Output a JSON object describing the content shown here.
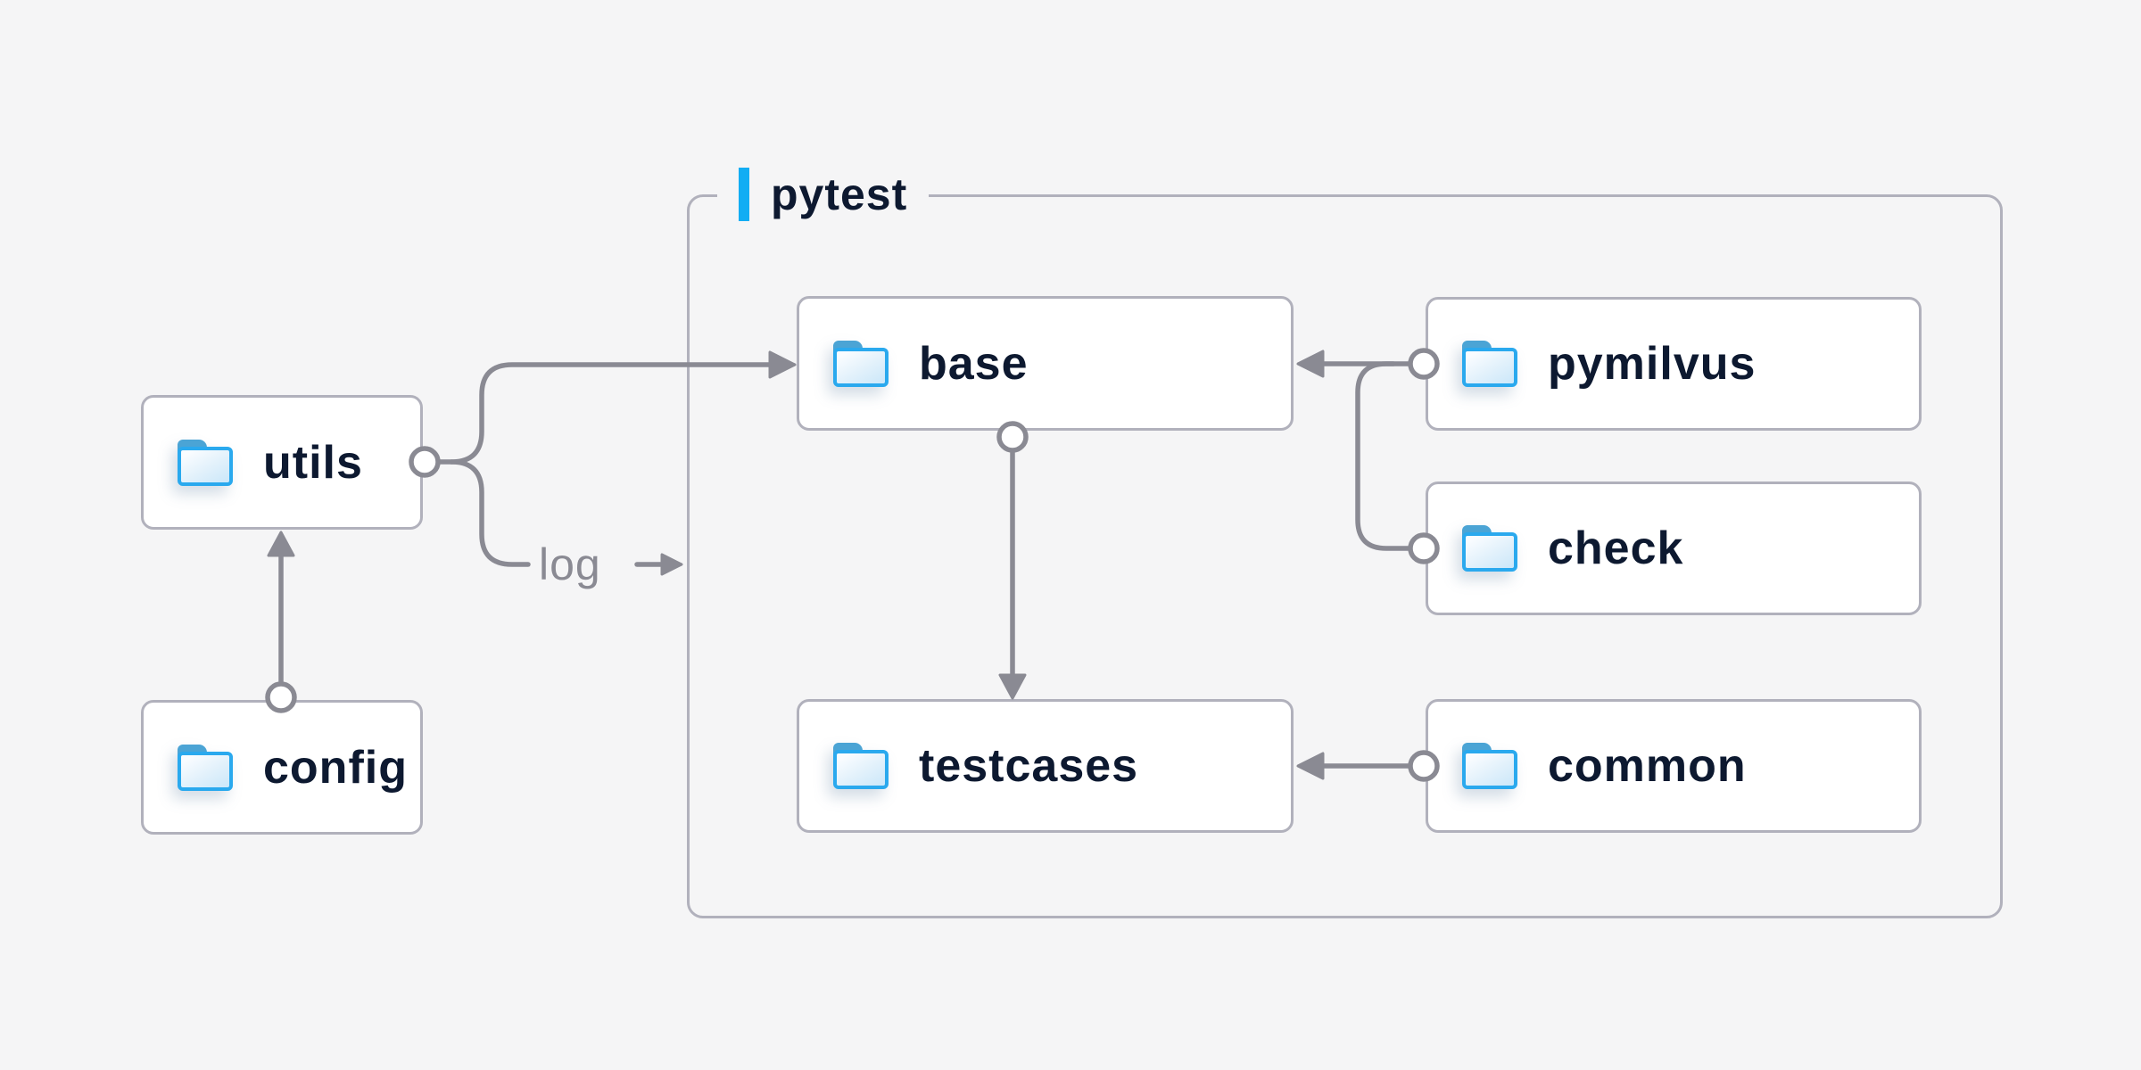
{
  "title": "pytest",
  "log_label": "log",
  "nodes": {
    "utils": {
      "label": "utils"
    },
    "config": {
      "label": "config"
    },
    "base": {
      "label": "base"
    },
    "pymilvus": {
      "label": "pymilvus"
    },
    "check": {
      "label": "check"
    },
    "testcases": {
      "label": "testcases"
    },
    "common": {
      "label": "common"
    }
  },
  "edges": [
    {
      "from": "config",
      "to": "utils",
      "label": ""
    },
    {
      "from": "utils",
      "to": "base",
      "label": ""
    },
    {
      "from": "utils",
      "to": "log",
      "label": "log"
    },
    {
      "from": "pymilvus",
      "to": "base",
      "label": ""
    },
    {
      "from": "check",
      "to": "base",
      "label": ""
    },
    {
      "from": "base",
      "to": "testcases",
      "label": ""
    },
    {
      "from": "common",
      "to": "testcases",
      "label": ""
    }
  ],
  "icons": {
    "node_icon": "folder-icon"
  },
  "colors": {
    "background": "#f5f5f6",
    "node_background": "#ffffff",
    "node_border": "#b1b1bc",
    "text": "#0d1930",
    "line": "#8a8a93",
    "accent_bar": "#12adf3",
    "folder_outline": "#2aa9ee",
    "folder_tab": "#4ba4d5",
    "folder_fill": "#cde8fa"
  }
}
